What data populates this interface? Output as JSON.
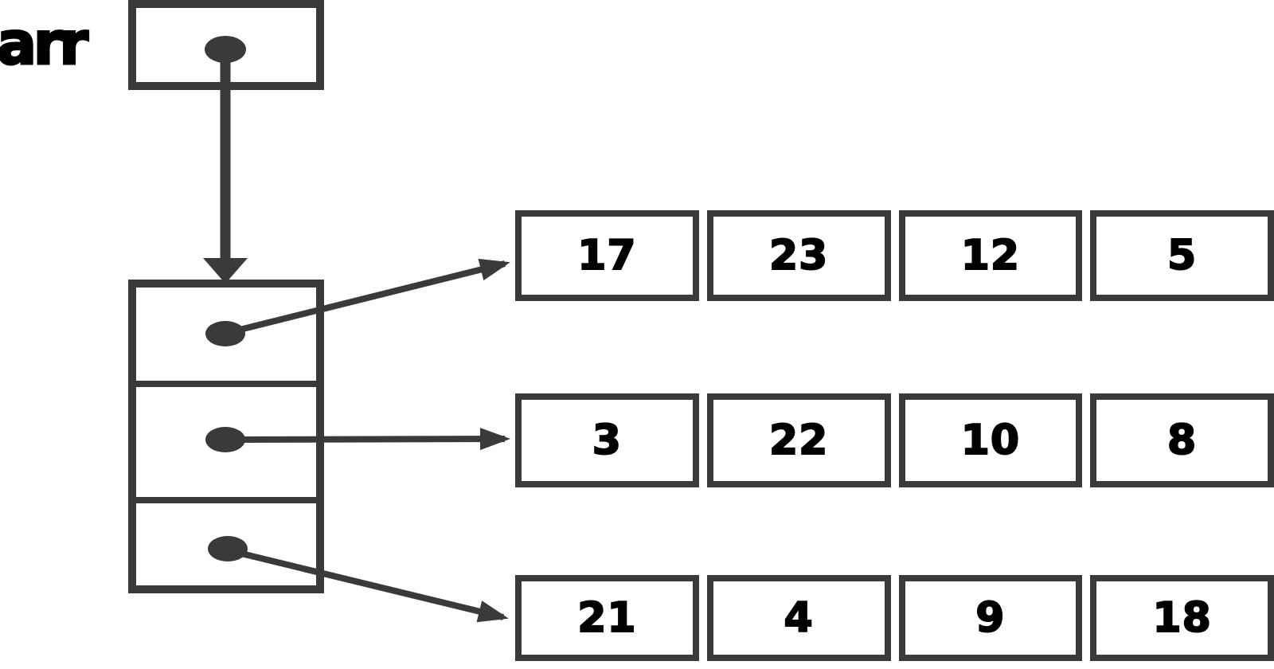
{
  "diagram": {
    "pointer_label": "arr",
    "pointer_array_cell_count": 3,
    "rows": [
      {
        "values": [
          "17",
          "23",
          "12",
          "5"
        ]
      },
      {
        "values": [
          "3",
          "22",
          "10",
          "8"
        ]
      },
      {
        "values": [
          "21",
          "4",
          "9",
          "18"
        ]
      }
    ],
    "colors": {
      "stroke": "#3a3a3a",
      "text": "#000000",
      "background": "#ffffff"
    }
  }
}
